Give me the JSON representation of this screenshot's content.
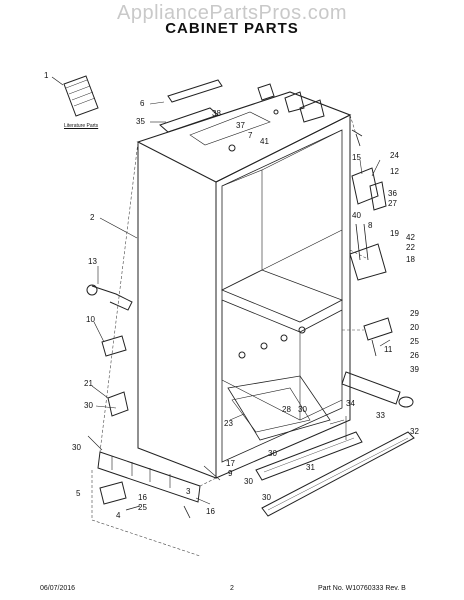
{
  "watermark": "AppliancePartsPros.com",
  "title": "CABINET PARTS",
  "literature_label": "Literature Parts",
  "callouts": {
    "c1": "1",
    "c2": "2",
    "c3": "3",
    "c4": "4",
    "c5": "5",
    "c6": "6",
    "c7": "7",
    "c8": "8",
    "c9": "9",
    "c10": "10",
    "c11": "11",
    "c12": "12",
    "c13": "13",
    "c15": "15",
    "c16": "16",
    "c17": "17",
    "c18": "18",
    "c19": "19",
    "c20": "20",
    "c21": "21",
    "c22": "22",
    "c23": "23",
    "c24": "24",
    "c25a": "25",
    "c25b": "25",
    "c26": "26",
    "c27": "27",
    "c28": "28",
    "c29": "29",
    "c30a": "30",
    "c30b": "30",
    "c30c": "30",
    "c30d": "30",
    "c30e": "30",
    "c31": "31",
    "c32": "32",
    "c33": "33",
    "c34": "34",
    "c35": "35",
    "c36": "36",
    "c37": "37",
    "c38": "38",
    "c39": "39",
    "c40": "40",
    "c41": "41",
    "c42": "42"
  },
  "footer": {
    "date": "06/07/2016",
    "page": "2",
    "part_no": "Part No. W10760333  Rev. B"
  }
}
